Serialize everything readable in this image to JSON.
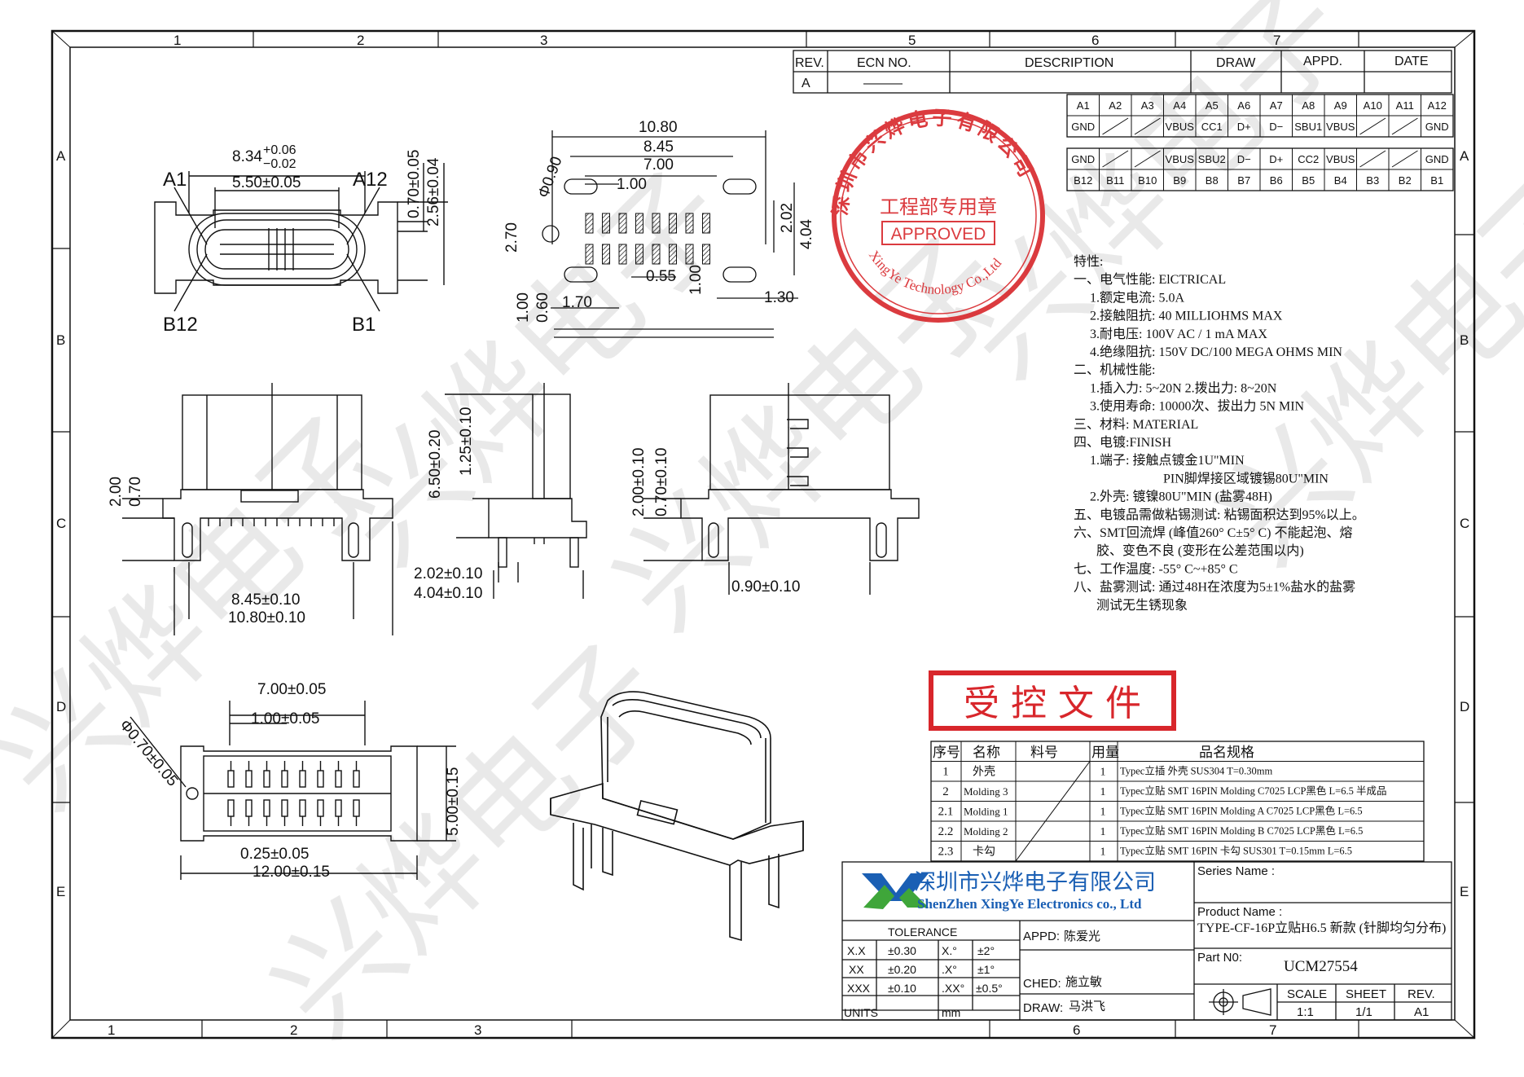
{
  "watermark": "兴烨电子",
  "frame": {
    "columns_top": [
      "1",
      "2",
      "3",
      "5",
      "6",
      "7"
    ],
    "columns_bottom": [
      "1",
      "2",
      "3",
      "6",
      "7"
    ],
    "rows": [
      "A",
      "B",
      "C",
      "D",
      "E"
    ]
  },
  "revision": {
    "headers": [
      "REV.",
      "ECN NO.",
      "DESCRIPTION",
      "DRAW",
      "APPD.",
      "DATE"
    ],
    "row": [
      "A",
      "———"
    ]
  },
  "pinout": {
    "top_labels": [
      "A1",
      "A2",
      "A3",
      "A4",
      "A5",
      "A6",
      "A7",
      "A8",
      "A9",
      "A10",
      "A11",
      "A12"
    ],
    "top_signals": [
      "GND",
      "",
      "",
      "VBUS",
      "CC1",
      "D+",
      "D−",
      "SBU1",
      "VBUS",
      "",
      "",
      "GND"
    ],
    "bottom_signals": [
      "GND",
      "",
      "",
      "VBUS",
      "SBU2",
      "D−",
      "D+",
      "CC2",
      "VBUS",
      "",
      "",
      "GND"
    ],
    "bottom_labels": [
      "B12",
      "B11",
      "B10",
      "B9",
      "B8",
      "B7",
      "B6",
      "B5",
      "B4",
      "B3",
      "B2",
      "B1"
    ]
  },
  "stamp": {
    "ring_text": "深圳市兴烨电子有限公司",
    "ring_en": "XingYe Technology Co.,Ltd",
    "center": "工程部专用章",
    "approved": "APPROVED"
  },
  "controlled": "受 控 文 件",
  "front_view": {
    "a1": "A1",
    "a12": "A12",
    "b12": "B12",
    "b1": "B1",
    "dim_834": "8.34",
    "dim_834_tol_up": "+0.06",
    "dim_834_tol_dn": "−0.02",
    "dim_550": "5.50±0.05",
    "dim_070": "0.70±0.05",
    "dim_256": "2.56±0.04"
  },
  "footprint": {
    "dim_1080": "10.80",
    "dim_845": "8.45",
    "dim_700": "7.00",
    "dim_100a": "1.00",
    "dim_phi": "Φ0.90",
    "dim_270": "2.70",
    "dim_202": "2.02",
    "dim_404": "4.04",
    "dim_055": "0.55",
    "dim_100b": "1.00",
    "dim_130": "1.30",
    "dim_100c": "1.00",
    "dim_060": "0.60",
    "dim_170": "1.70"
  },
  "side_views": {
    "dim_200": "2.00",
    "dim_070": "0.70",
    "dim_845": "8.45±0.10",
    "dim_1080": "10.80±0.10",
    "dim_650": "6.50±0.20",
    "dim_125": "1.25±0.10",
    "dim_202": "2.02±0.10",
    "dim_404": "4.04±0.10",
    "dim_200b": "2.00±0.10",
    "dim_070b": "0.70±0.10",
    "dim_090": "0.90±0.10"
  },
  "bottom_view": {
    "dim_700": "7.00±0.05",
    "dim_100": "1.00±0.05",
    "dim_phi": "Φ0.70±0.05",
    "dim_500": "5.00±0.15",
    "dim_025": "0.25±0.05",
    "dim_1200": "12.00±0.15"
  },
  "specs": [
    "特性:",
    "一、电气性能: ElCTRICAL",
    "1.额定电流: 5.0A",
    "2.接触阻抗: 40 MILLIOHMS MAX",
    "3.耐电压: 100V AC / 1 mA MAX",
    "4.绝缘阻抗: 150V DC/100 MEGA OHMS MIN",
    "二、机械性能:",
    "1.插入力: 5~20N  2.拨出力: 8~20N",
    "3.使用寿命: 10000次、拔出力 5N MIN",
    "三、材料: MATERIAL",
    "四、电镀:FINISH",
    "1.端子: 接触点镀金1U\"MIN",
    "PIN脚焊接区域镀锡80U\"MIN",
    "2.外壳: 镀镍80U\"MIN (盐雾48H)",
    "五、电镀品需做粘锡测试: 粘锡面积达到95%以上。",
    "六、SMT回流焊 (峰值260° C±5° C) 不能起泡、熔",
    "胶、变色不良 (变形在公差范围以内)",
    "七、工作温度: -55° C~+85° C",
    "八、盐雾测试: 通过48H在浓度为5±1%盐水的盐雾",
    "测试无生锈现象"
  ],
  "bom": {
    "headers": [
      "序号",
      "名称",
      "料号",
      "用量",
      "品名规格"
    ],
    "rows": [
      [
        "1",
        "外壳",
        "",
        "1",
        "Typec立插 外壳 SUS304 T=0.30mm"
      ],
      [
        "2",
        "Molding 3",
        "",
        "1",
        "Typec立贴 SMT 16PIN Molding C7025 LCP黑色 L=6.5 半成品"
      ],
      [
        "2.1",
        "Molding 1",
        "",
        "1",
        "Typec立贴 SMT 16PIN Molding A C7025 LCP黑色 L=6.5"
      ],
      [
        "2.2",
        "Molding 2",
        "",
        "1",
        "Typec立贴 SMT 16PIN Molding B C7025 LCP黑色 L=6.5"
      ],
      [
        "2.3",
        "卡勾",
        "",
        "1",
        "Typec立贴 SMT 16PIN 卡勾 SUS301 T=0.15mm L=6.5"
      ]
    ]
  },
  "title_block": {
    "company_cn": "深圳市兴烨电子有限公司",
    "company_en": "ShenZhen XingYe Electronics co., Ltd",
    "series_label": "Series Name :",
    "product_label": "Product Name :",
    "product_name": "TYPE-CF-16P立贴H6.5 新款 (针脚均匀分布)",
    "part_label": "Part N0:",
    "part_no": "UCM27554",
    "tolerance": "TOLERANCE",
    "tol_rows": [
      [
        "X.X",
        "±0.30",
        "X.°",
        "±2°"
      ],
      [
        "XX",
        "±0.20",
        ".X°",
        "±1°"
      ],
      [
        "XXX",
        "±0.10",
        ".XX°",
        "±0.5°"
      ]
    ],
    "units_label": "UNITS",
    "units": "mm",
    "appd_label": "APPD:",
    "appd": "陈爱光",
    "ched_label": "CHED:",
    "ched": "施立敏",
    "draw_label": "DRAW:",
    "draw": "马洪飞",
    "scale_label": "SCALE",
    "scale": "1:1",
    "sheet_label": "SHEET",
    "sheet": "1/1",
    "rev_label": "REV.",
    "rev": "A1"
  },
  "colors": {
    "stamp_red": "#d8262b",
    "logo_blue": "#1a5fb4",
    "logo_green": "#3fa63a",
    "watermark": "#d8d8d8"
  }
}
